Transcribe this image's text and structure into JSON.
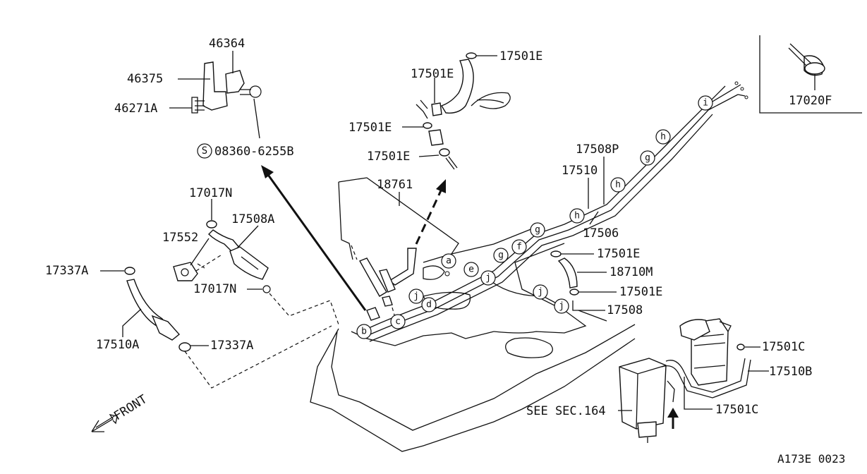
{
  "parts": {
    "p46364": "46364",
    "p46375": "46375",
    "p46271A": "46271A",
    "p08360": "08360-6255B",
    "p08360_prefix": "S",
    "p17501E_a": "17501E",
    "p17501E_b": "17501E",
    "p17501E_c": "17501E",
    "p17501E_d": "17501E",
    "p17501E_e": "17501E",
    "p17501E_f": "17501E",
    "p18761": "18761",
    "p17017N_a": "17017N",
    "p17017N_b": "17017N",
    "p17552": "17552",
    "p17508A": "17508A",
    "p17337A_a": "17337A",
    "p17337A_b": "17337A",
    "p17510A": "17510A",
    "p17508P": "17508P",
    "p17510": "17510",
    "p17506": "17506",
    "p18710M": "18710M",
    "p17508": "17508",
    "p17501C_a": "17501C",
    "p17501C_b": "17501C",
    "p17510B": "17510B",
    "p17020F": "17020F",
    "see_sec": "SEE SEC.164",
    "front": "FRONT",
    "code": "A173E 0023"
  },
  "tags": {
    "a": "a",
    "b": "b",
    "c": "c",
    "d": "d",
    "e": "e",
    "f": "f",
    "g": "g",
    "h": "h",
    "i": "i",
    "j": "j"
  }
}
